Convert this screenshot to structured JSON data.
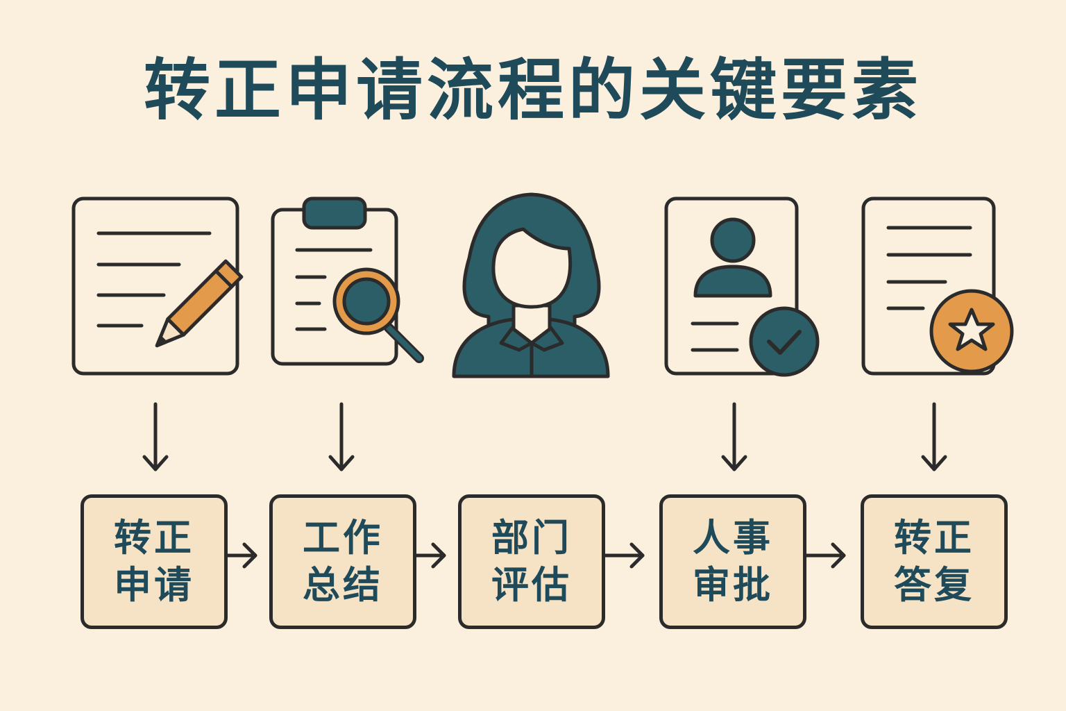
{
  "title": "转正申请流程的关键要素",
  "colors": {
    "background": "#fbefdd",
    "title": "#1f4a5a",
    "box_fill": "#f6e3c5",
    "outline": "#2b2b2b",
    "accent_teal": "#2c5e68",
    "accent_orange": "#e39a4a"
  },
  "steps": [
    {
      "label": "转正申请",
      "icon": "document-pencil-icon"
    },
    {
      "label": "工作总结",
      "icon": "clipboard-magnifier-icon"
    },
    {
      "label": "部门评估",
      "icon": "person-avatar-icon"
    },
    {
      "label": "人事审批",
      "icon": "profile-checkmark-icon"
    },
    {
      "label": "转正答复",
      "icon": "document-star-icon"
    }
  ]
}
